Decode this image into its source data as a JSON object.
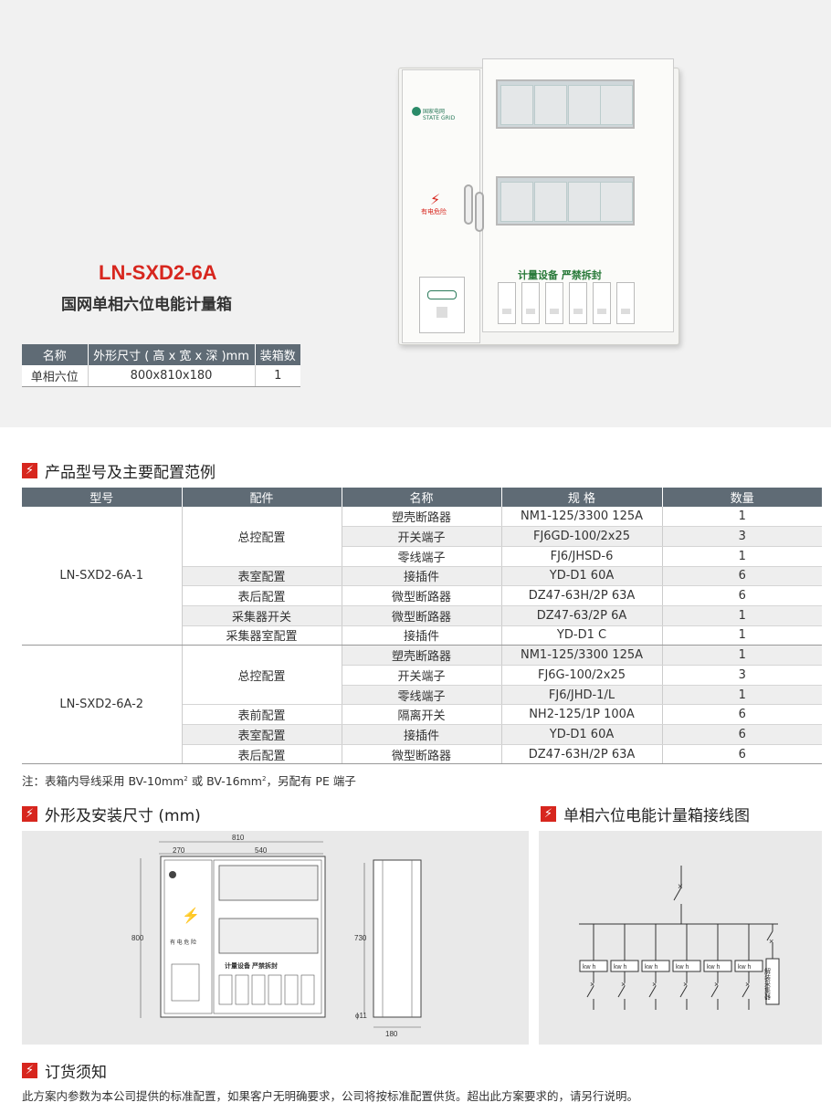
{
  "hero": {
    "title": "LN-SXD2-6A",
    "subtitle": "国网单相六位电能计量箱",
    "spec_headers": [
      "名称",
      "外形尺寸 ( 高 x 宽 x 深 )mm",
      "装箱数"
    ],
    "spec_row": [
      "单相六位",
      "800x810x180",
      "1"
    ]
  },
  "product_photo": {
    "seal_text": "国家电网",
    "seal_sub": "STATE GRID",
    "danger_text": "有电危险",
    "label": "计量设备  严禁拆封"
  },
  "config_section": {
    "title": "产品型号及主要配置范例",
    "headers": [
      "型号",
      "配件",
      "名称",
      "规 格",
      "数量"
    ],
    "groups": [
      {
        "model": "LN-SXD2-6A-1",
        "rows": [
          {
            "part": "总控配置",
            "span": 3,
            "name": "塑壳断路器",
            "spec": "NM1-125/3300 125A",
            "qty": "1"
          },
          {
            "part": null,
            "name": "开关端子",
            "spec": "FJ6GD-100/2x25",
            "qty": "3"
          },
          {
            "part": null,
            "name": "零线端子",
            "spec": "FJ6/JHSD-6",
            "qty": "1"
          },
          {
            "part": "表室配置",
            "span": 1,
            "name": "接插件",
            "spec": "YD-D1 60A",
            "qty": "6"
          },
          {
            "part": "表后配置",
            "span": 1,
            "name": "微型断路器",
            "spec": "DZ47-63H/2P 63A",
            "qty": "6"
          },
          {
            "part": "采集器开关",
            "span": 1,
            "name": "微型断路器",
            "spec": "DZ47-63/2P 6A",
            "qty": "1"
          },
          {
            "part": "采集器室配置",
            "span": 1,
            "name": "接插件",
            "spec": "YD-D1 C",
            "qty": "1"
          }
        ]
      },
      {
        "model": "LN-SXD2-6A-2",
        "rows": [
          {
            "part": "总控配置",
            "span": 3,
            "name": "塑壳断路器",
            "spec": "NM1-125/3300 125A",
            "qty": "1"
          },
          {
            "part": null,
            "name": "开关端子",
            "spec": "FJ6G-100/2x25",
            "qty": "3"
          },
          {
            "part": null,
            "name": "零线端子",
            "spec": "FJ6/JHD-1/L",
            "qty": "1"
          },
          {
            "part": "表前配置",
            "span": 1,
            "name": "隔离开关",
            "spec": "NH2-125/1P  100A",
            "qty": "6"
          },
          {
            "part": "表室配置",
            "span": 1,
            "name": "接插件",
            "spec": "YD-D1 60A",
            "qty": "6"
          },
          {
            "part": "表后配置",
            "span": 1,
            "name": "微型断路器",
            "spec": "DZ47-63H/2P 63A",
            "qty": "6"
          }
        ]
      }
    ],
    "note_prefix": "注：表箱内导线采用 BV-10mm",
    "note_mid": " 或 BV-16mm",
    "note_suffix": "，另配有 PE 端子",
    "note_sup": "2"
  },
  "dims_section": {
    "title": "外形及安装尺寸 (mm)",
    "width_total": "810",
    "width_left": "270",
    "width_right": "540",
    "height": "800",
    "inner_height": "730",
    "hole": "ϕ11",
    "depth": "180",
    "danger_text": "有 电 危 险",
    "label": "计量设备  严禁拆封"
  },
  "wiring_section": {
    "title": "单相六位电能计量箱接线图",
    "meter_label": "kw h",
    "collector_label": "解装采集器"
  },
  "order_section": {
    "title": "订货须知",
    "text": "此方案内参数为本公司提供的标准配置，如果客户无明确要求，公司将按标准配置供货。超出此方案要求的，请另行说明。"
  },
  "colors": {
    "accent": "#d7261e",
    "header": "#5f6b75",
    "panel": "#e9e9e9"
  }
}
